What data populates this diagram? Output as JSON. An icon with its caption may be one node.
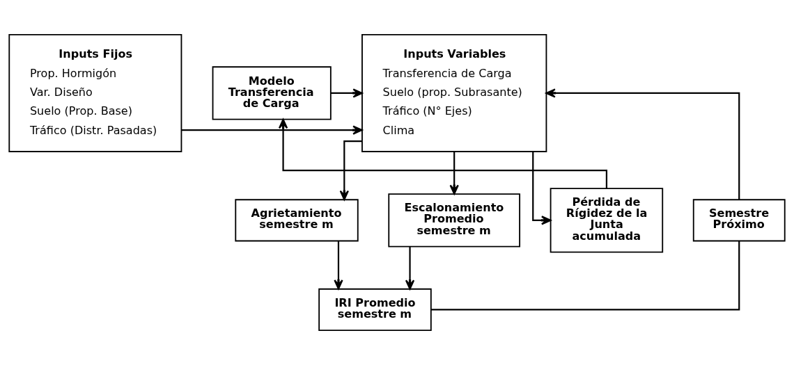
{
  "diagram": {
    "nodes": [
      {
        "text": [
          "Inputs Fijos",
          "Prop. Hormigón",
          "Var. Diseño",
          "Suelo (Prop. Base)",
          "Tráfico (Distr. Pasadas)"
        ]
      },
      {
        "text": [
          "Inputs Variables",
          "Transferencia de Carga",
          "Suelo (prop. Subrasante)",
          "Tráfico (N° Ejes)",
          "Clima"
        ]
      },
      {
        "text": [
          "Modelo Transferencia de Carga"
        ]
      },
      {
        "text": [
          "Semestre Próximo"
        ]
      },
      {
        "text": [
          "Agrietamiento semestre m"
        ]
      },
      {
        "text": [
          "Escalonamiento Promedio semestre m"
        ]
      },
      {
        "text": [
          "Pérdida de Rígidez de la Junta acumulada"
        ]
      },
      {
        "text": [
          "IRI Promedio semestre m"
        ]
      }
    ],
    "edges": [
      {
        "from": 0,
        "to": 1,
        "arrow": "to"
      },
      {
        "from": 2,
        "to": 1,
        "arrow": "to"
      },
      {
        "from": 1,
        "to": 4,
        "arrow": "to"
      },
      {
        "from": 1,
        "to": 5,
        "arrow": "to"
      },
      {
        "from": 1,
        "to": 6,
        "arrow": "to"
      },
      {
        "from": 6,
        "to": 2,
        "arrow": "to"
      },
      {
        "from": 3,
        "to": 1,
        "arrow": "to"
      },
      {
        "from": 7,
        "to": 3,
        "arrow": "none"
      },
      {
        "from": 4,
        "to": 7,
        "arrow": "to"
      },
      {
        "from": 5,
        "to": 7,
        "arrow": "to"
      }
    ]
  }
}
